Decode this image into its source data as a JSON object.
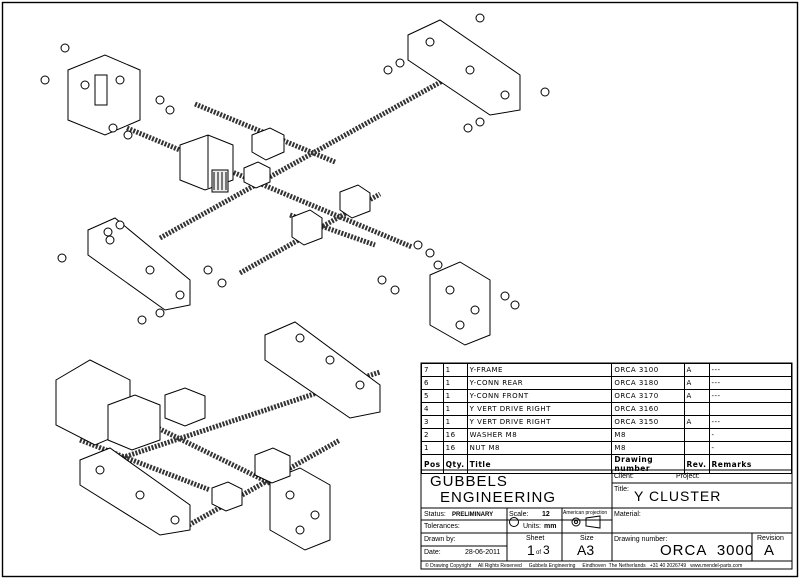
{
  "bom": {
    "rows": [
      {
        "pos": "7",
        "qty": "1",
        "title": "Y-FRAME",
        "drawing": "ORCA 3100",
        "rev": "A",
        "remarks": "---"
      },
      {
        "pos": "6",
        "qty": "1",
        "title": "Y-CONN REAR",
        "drawing": "ORCA 3180",
        "rev": "A",
        "remarks": "---"
      },
      {
        "pos": "5",
        "qty": "1",
        "title": "Y-CONN FRONT",
        "drawing": "ORCA 3170",
        "rev": "A",
        "remarks": "---"
      },
      {
        "pos": "4",
        "qty": "1",
        "title": "Y VERT DRIVE RIGHT",
        "drawing": "ORCA 3160",
        "rev": "",
        "remarks": ""
      },
      {
        "pos": "3",
        "qty": "1",
        "title": "Y VERT DRIVE RIGHT",
        "drawing": "ORCA 3150",
        "rev": "A",
        "remarks": "---"
      },
      {
        "pos": "2",
        "qty": "16",
        "title": "WASHER M8",
        "drawing": "M8",
        "rev": "",
        "remarks": "-"
      },
      {
        "pos": "1",
        "qty": "16",
        "title": "NUT M8",
        "drawing": "M8",
        "rev": "",
        "remarks": "-"
      }
    ],
    "headers": {
      "pos": "Pos",
      "qty": "Qty.",
      "title": "Title",
      "drawing": "Drawing number",
      "rev": "Rev.",
      "remarks": "Remarks"
    }
  },
  "titleblock": {
    "company_line1": "GUBBELS",
    "company_line2": "ENGINEERING",
    "client_label": "Client:",
    "project_label": "Project:",
    "title_label": "Title:",
    "title_value": "Y CLUSTER",
    "status_label": "Status:",
    "status_value": "PRELIMINARY",
    "scale_label": "Scale:",
    "scale_value": "12",
    "projection_label": "American projection",
    "material_label": "Material:",
    "tolerances_label": "Tolerances:",
    "units_label": "Units:",
    "units_value": "mm",
    "drawn_by_label": "Drawn by:",
    "sheet_label": "Sheet",
    "sheet_num": "1",
    "sheet_of": "of",
    "sheet_total": "3",
    "size_label": "Size",
    "size_value": "A3",
    "drawing_number_label": "Drawing number:",
    "drawing_number_value": "ORCA  3000",
    "revision_label": "Revision",
    "revision_value": "A",
    "date_label": "Date:",
    "date_value": "28-06-2011",
    "footer": "© Drawing Copyright     All Rights Reserved     Gubbels Engineering     Eindhoven  The Netherlands   +31 40 2026749   www.mendel-parts.com"
  }
}
